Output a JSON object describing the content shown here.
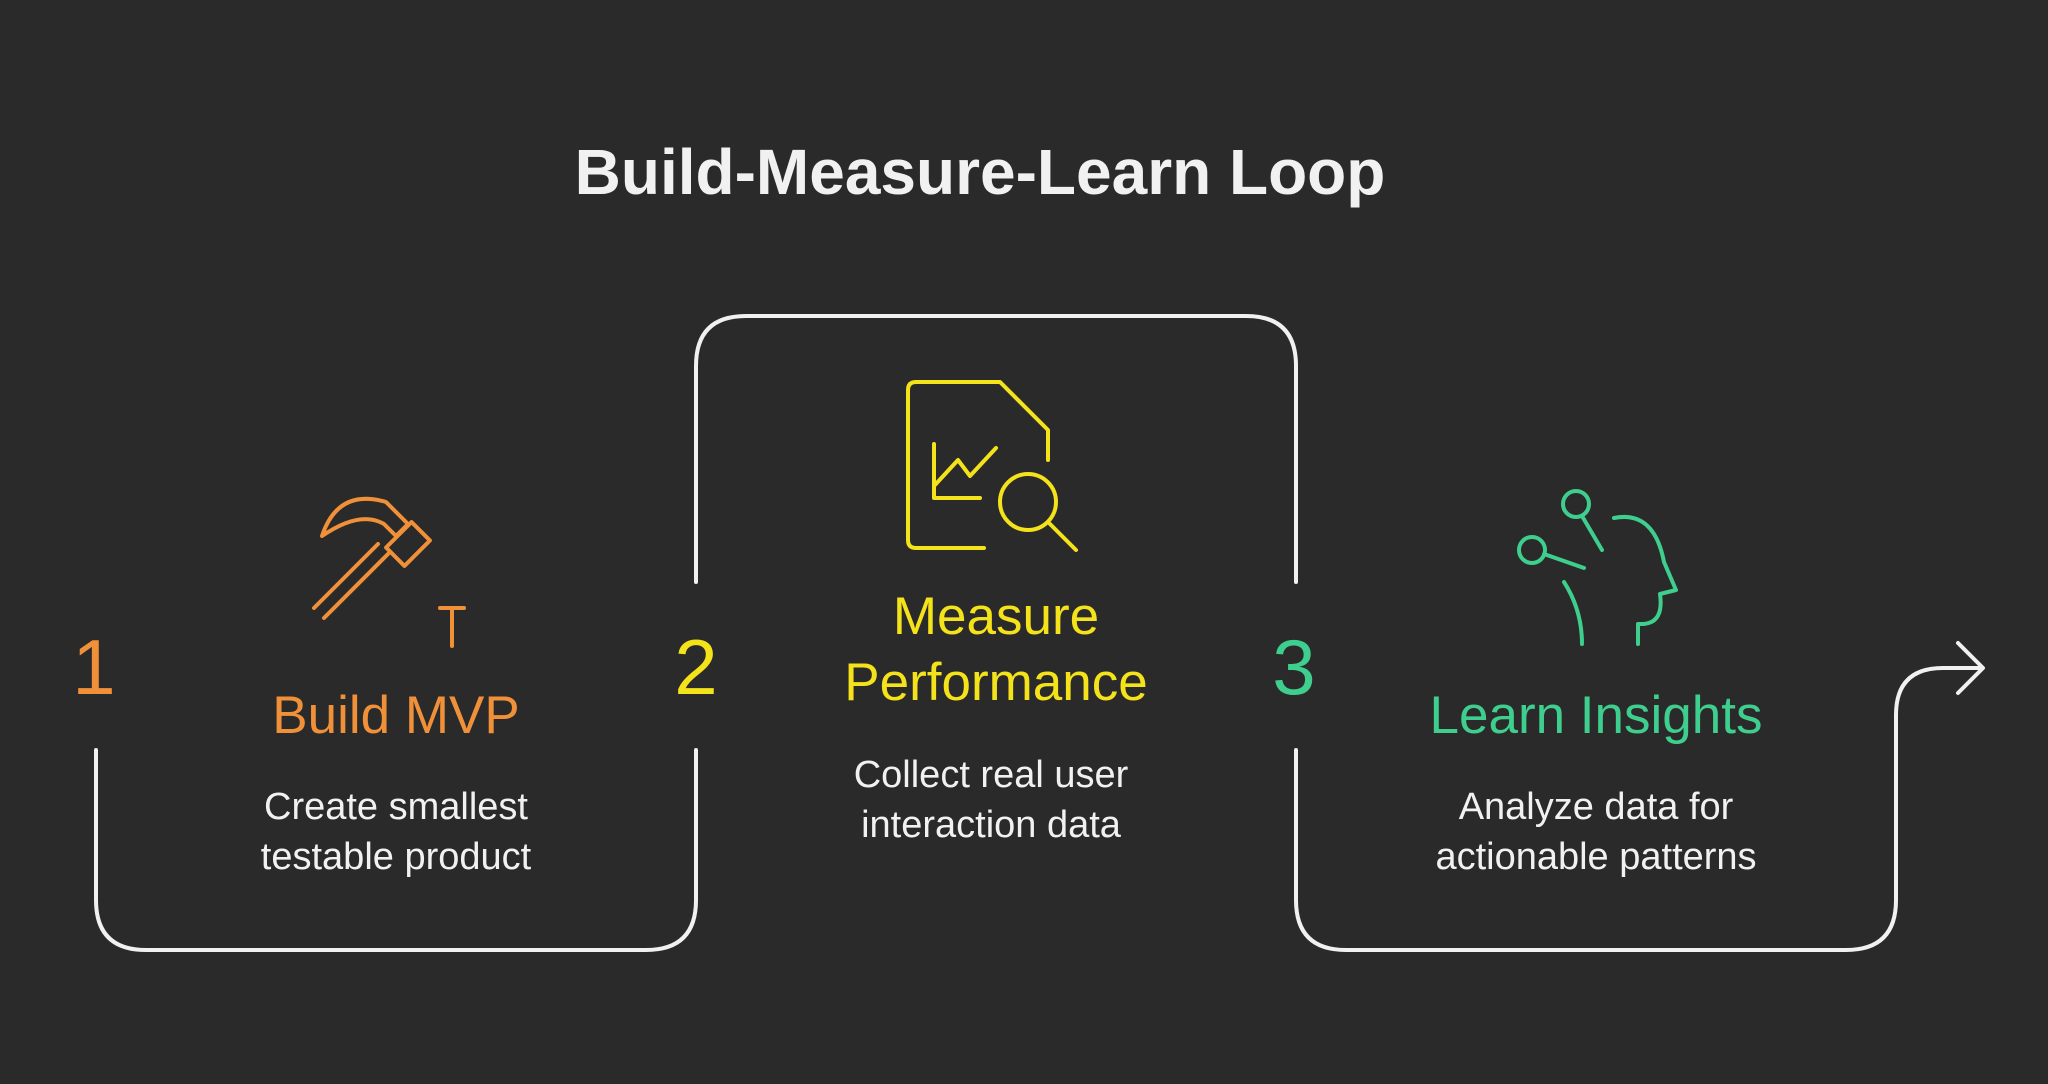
{
  "title": "Build-Measure-Learn Loop",
  "colors": {
    "background": "#2b2a2a",
    "line": "#f1f1f1",
    "build": "#f0913a",
    "measure": "#f4e21a",
    "learn": "#3ecf8e"
  },
  "steps": [
    {
      "number": "1",
      "title": "Build MVP",
      "description_line1": "Create smallest",
      "description_line2": "testable product",
      "icon": "hammer-nail-icon"
    },
    {
      "number": "2",
      "title_line1": "Measure",
      "title_line2": "Performance",
      "description_line1": "Collect real user",
      "description_line2": "interaction data",
      "icon": "chart-document-magnifier-icon"
    },
    {
      "number": "3",
      "title": "Learn Insights",
      "description_line1": "Analyze data for",
      "description_line2": "actionable patterns",
      "icon": "head-ideas-icon"
    }
  ]
}
